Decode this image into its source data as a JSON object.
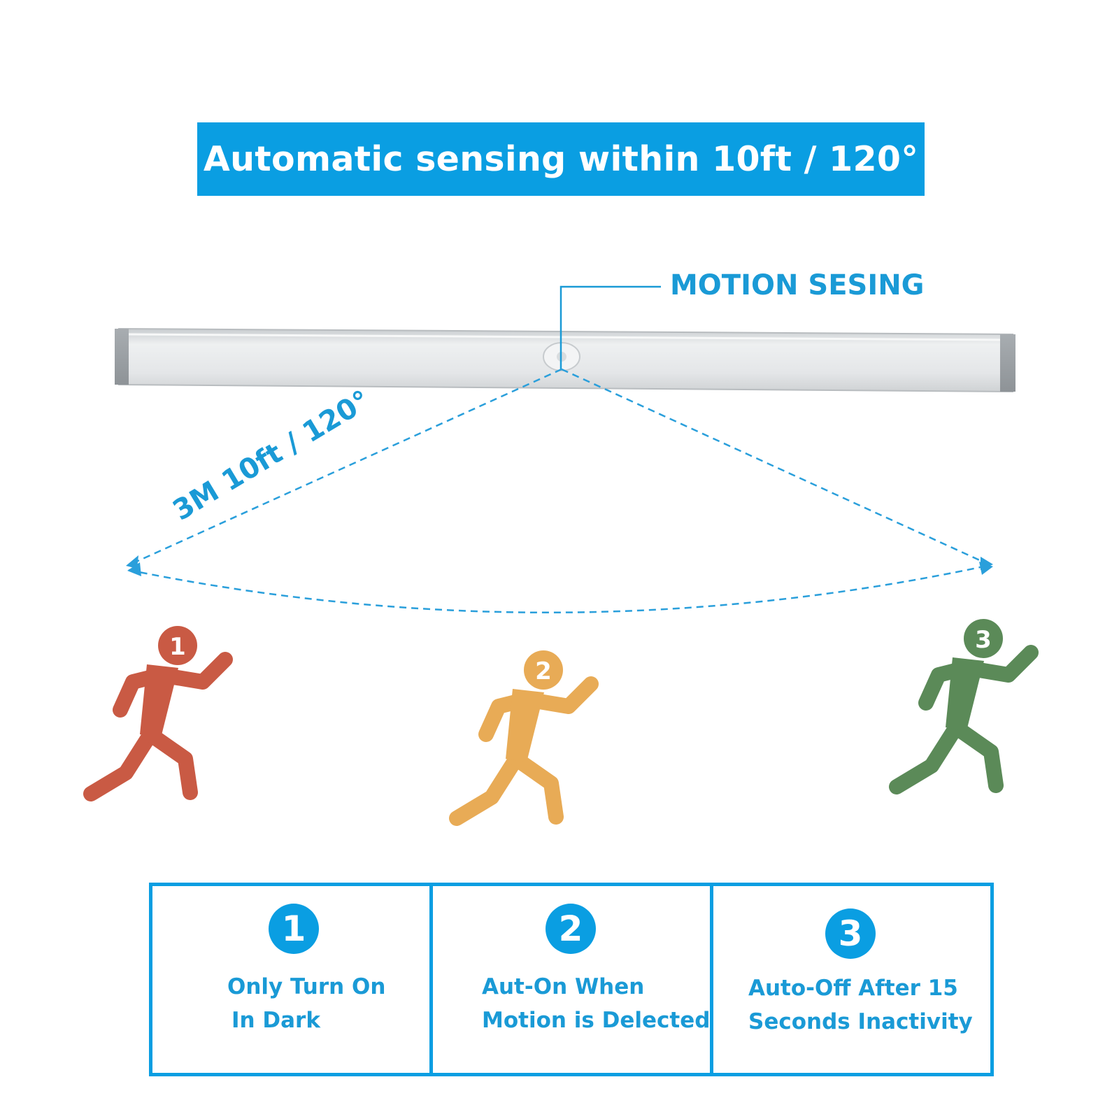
{
  "header": {
    "title": "Automatic sensing within 10ft / 120°"
  },
  "sensor": {
    "label": "MOTION SESING"
  },
  "range": {
    "label": "3M 10ft / 120°"
  },
  "figures": [
    {
      "badge": "1",
      "color": "#c95a44"
    },
    {
      "badge": "2",
      "color": "#e8ab56"
    },
    {
      "badge": "3",
      "color": "#5b8a58"
    }
  ],
  "steps": [
    {
      "number": "1",
      "line1": "Only Turn On",
      "line2": "In Dark"
    },
    {
      "number": "2",
      "line1": "Aut-On When",
      "line2": "Motion is Delected"
    },
    {
      "number": "3",
      "line1": "Auto-Off After 15",
      "line2": "Seconds Inactivity"
    }
  ],
  "colors": {
    "accent": "#0a9ee2",
    "text_blue": "#1a9ad6"
  }
}
